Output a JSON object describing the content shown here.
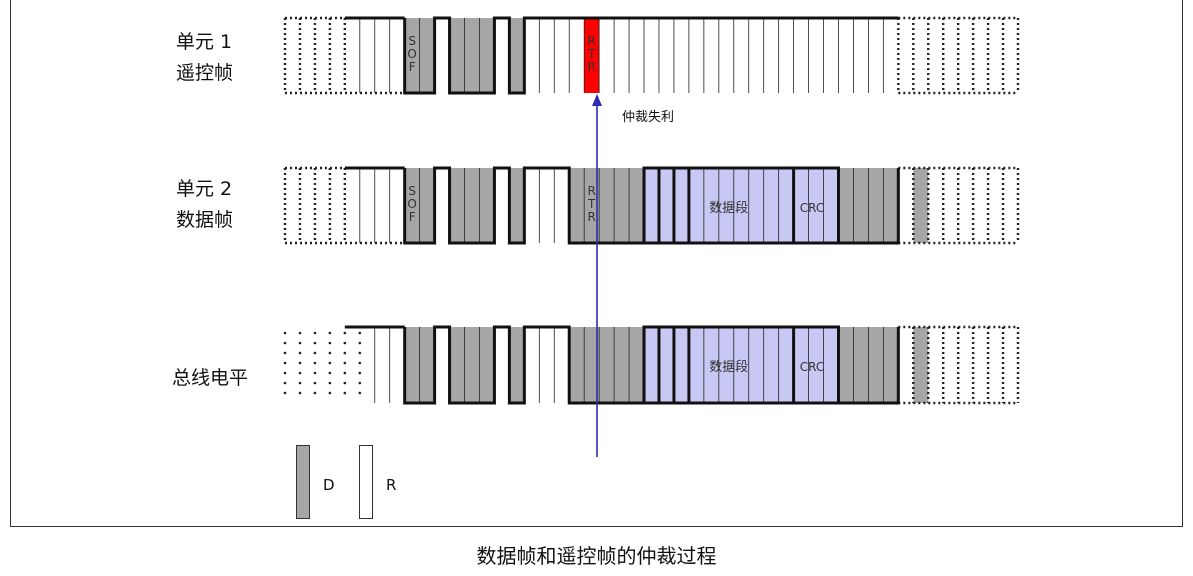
{
  "rows": [
    {
      "label1": "单元 1",
      "label2": "遥控帧"
    },
    {
      "label1": "单元 2",
      "label2": "数据帧"
    },
    {
      "label1": "总线电平",
      "label2": ""
    }
  ],
  "field_labels": {
    "sof": [
      "S",
      "O",
      "F"
    ],
    "rtr": [
      "R",
      "T",
      "R"
    ],
    "data": "数据段",
    "crc": "CRC"
  },
  "annotation": "仲裁失利",
  "legend": {
    "dominant": "D",
    "recessive": "R"
  },
  "caption": "数据帧和遥控帧的仲裁过程",
  "colors": {
    "dominant": "#a6a6a6",
    "rtr_highlight": "#ff0000",
    "data_fill": "#c8c8f5",
    "arrow": "#2c2cb0"
  }
}
